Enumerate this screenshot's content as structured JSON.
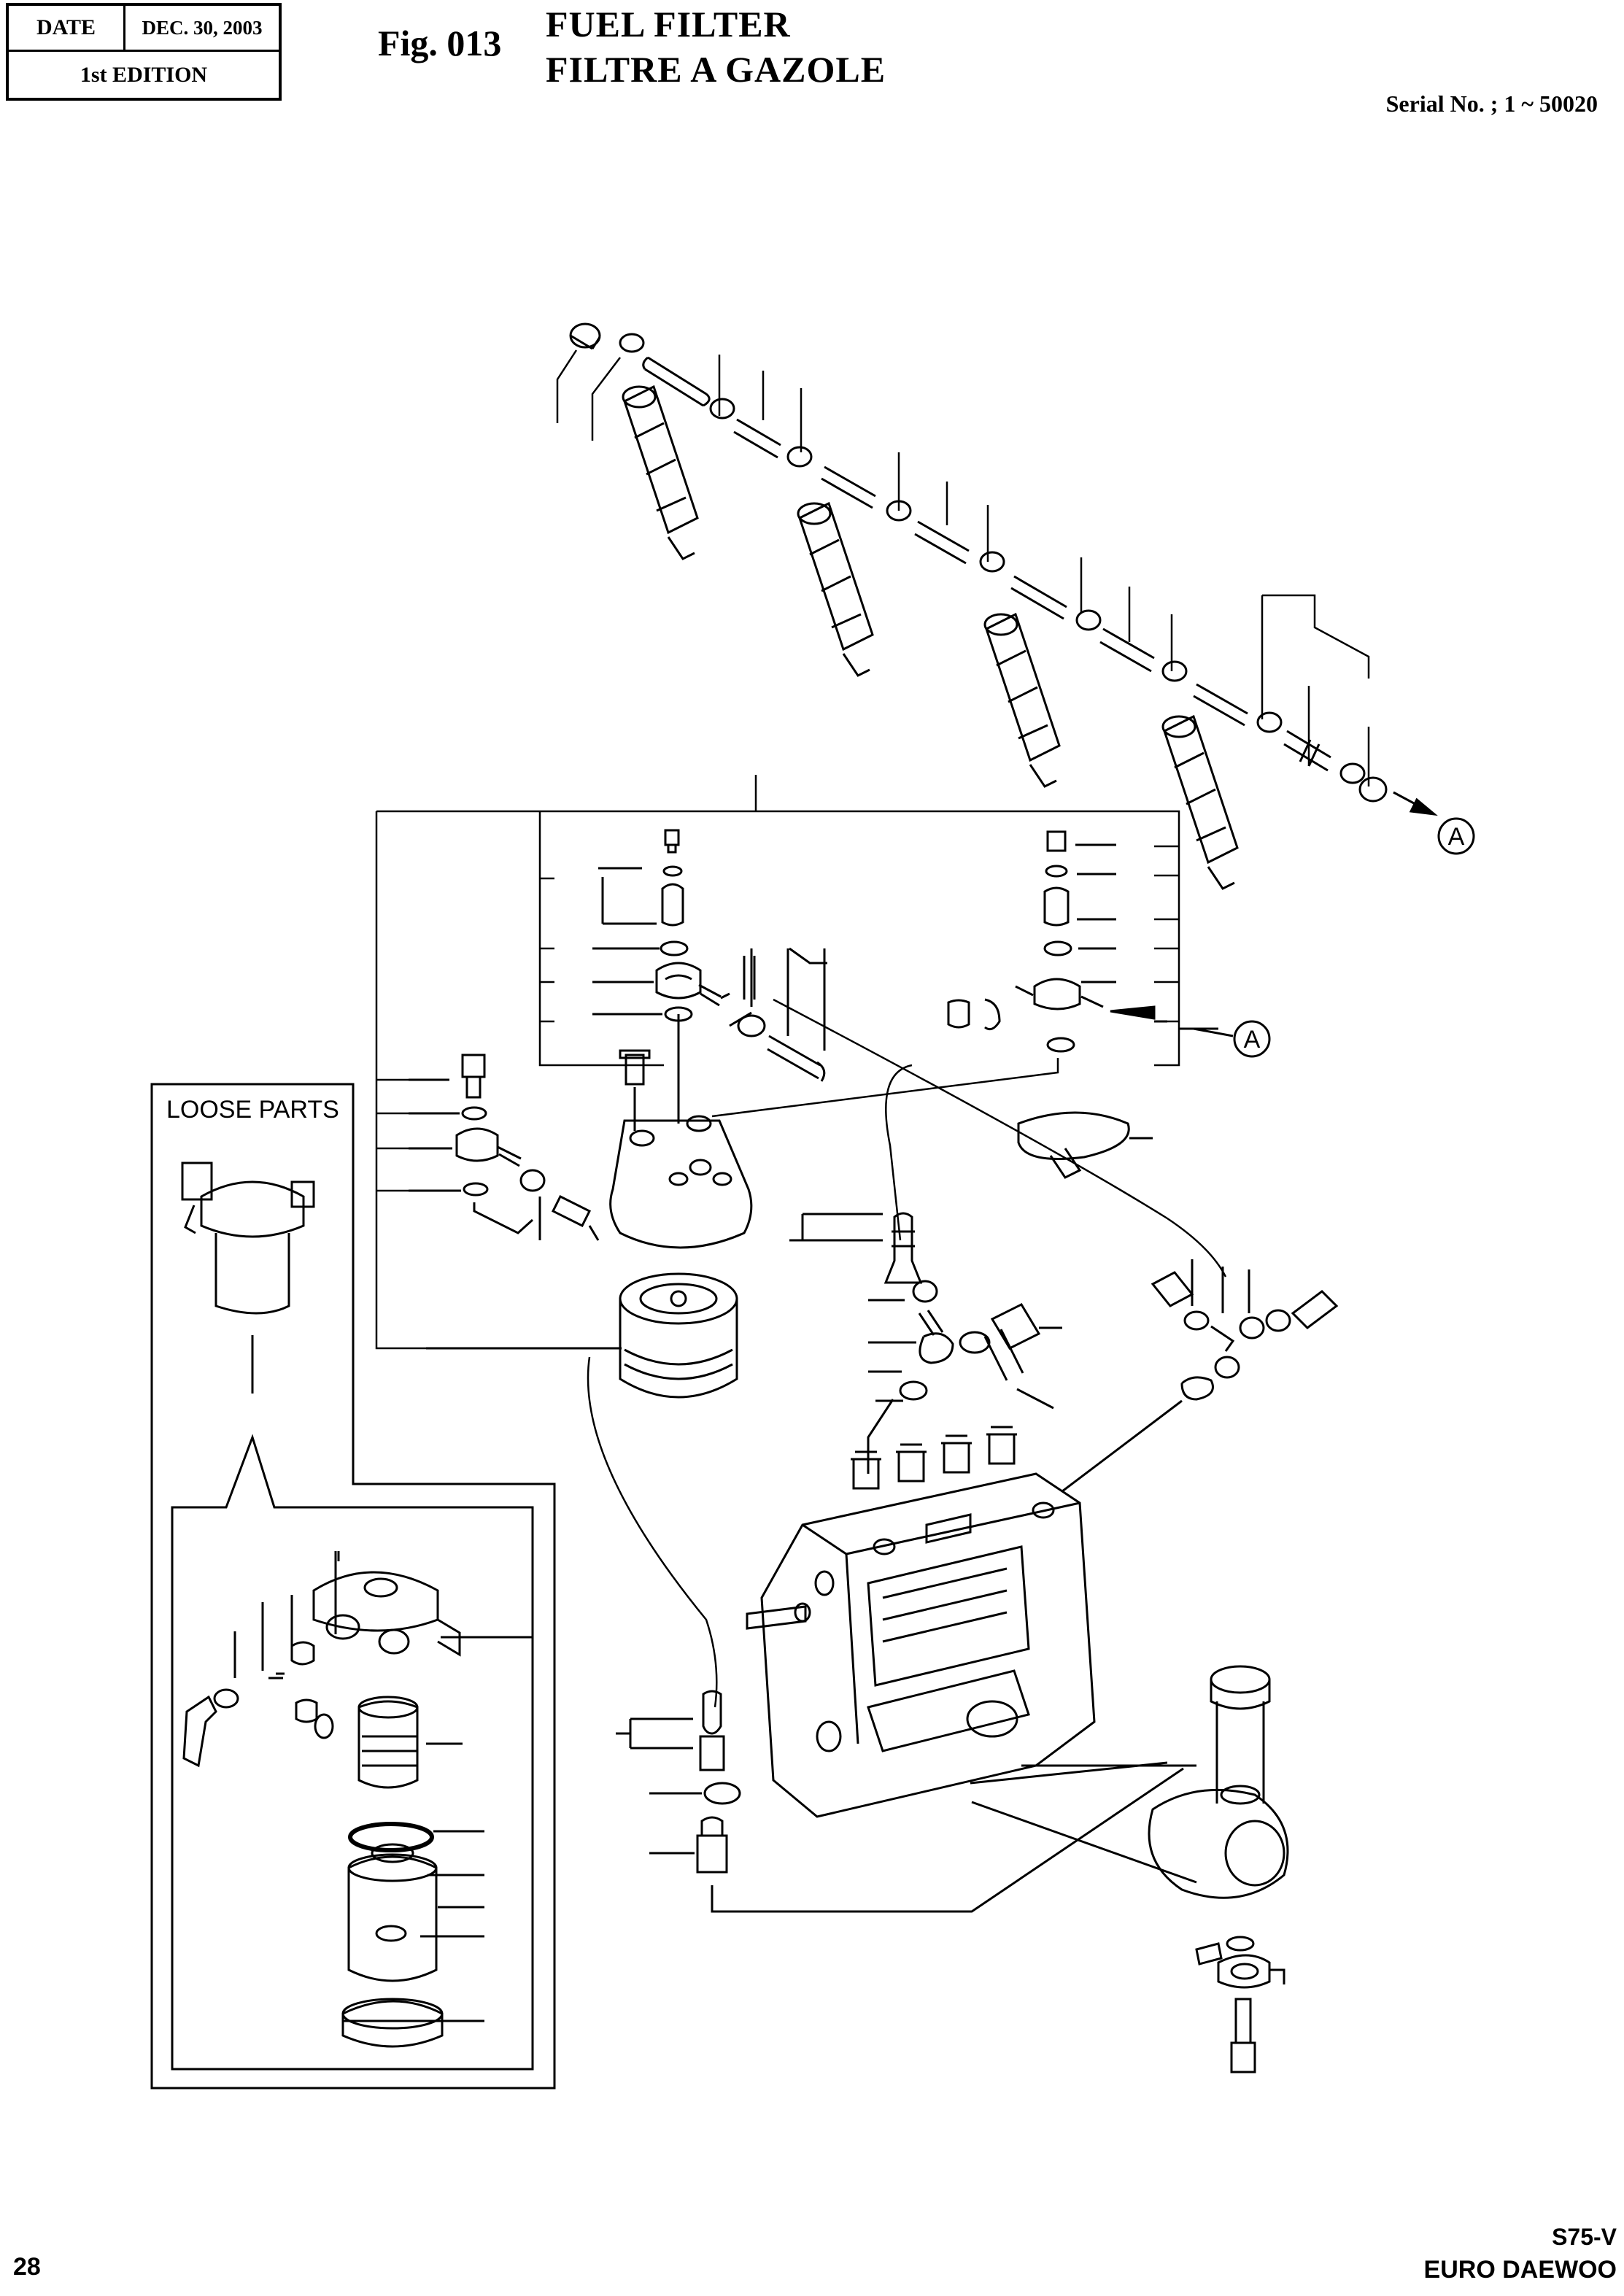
{
  "header": {
    "date_label": "DATE",
    "date_value": "DEC. 30, 2003",
    "edition": "1st EDITION"
  },
  "figure": {
    "number": "Fig. 013",
    "title_en": "FUEL FILTER",
    "title_fr": "FILTRE A GAZOLE"
  },
  "serial": "Serial No. ; 1 ~ 50020",
  "loose_parts_label": "LOOSE PARTS",
  "ref_marks": {
    "a1": "A",
    "a2": "A"
  },
  "footer": {
    "page_number": "28",
    "model": "S75-V",
    "brand": "EURO DAEWOO"
  }
}
